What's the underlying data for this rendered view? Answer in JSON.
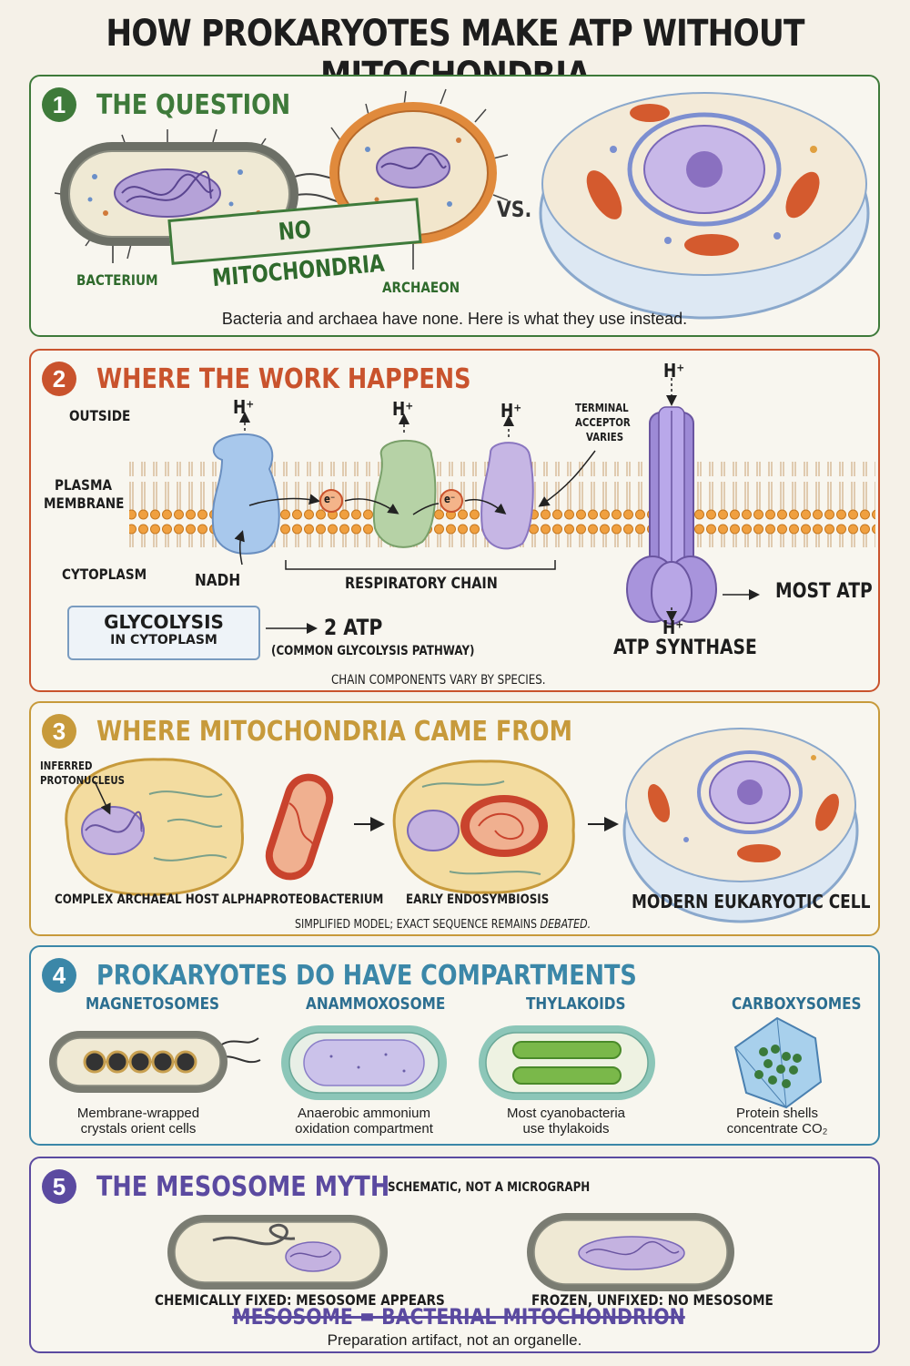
{
  "title": "HOW PROKARYOTES MAKE ATP WITHOUT MITOCHONDRIA",
  "colors": {
    "green": "#3e7a3a",
    "orange": "#c9532d",
    "gold": "#c79a3b",
    "teal": "#3b87a8",
    "purple": "#5b4aa0"
  },
  "sections": {
    "question": {
      "number": "1",
      "title": "THE QUESTION",
      "stamp": "NO MITOCHONDRIA",
      "vs": "VS.",
      "labels": {
        "bacterium": "BACTERIUM",
        "archaeon": "ARCHAEON"
      },
      "caption": "Bacteria and archaea have none. Here is what they use instead."
    },
    "work": {
      "number": "2",
      "title": "WHERE THE WORK HAPPENS",
      "outside": "OUTSIDE",
      "membrane": [
        "PLASMA",
        "MEMBRANE"
      ],
      "cytoplasm": "CYTOPLASM",
      "proton": "H⁺",
      "electron": "e⁻",
      "terminal": [
        "TERMINAL",
        "ACCEPTOR",
        "VARIES"
      ],
      "nadh": "NADH",
      "chain": "RESPIRATORY CHAIN",
      "glycolysis": [
        "GLYCOLYSIS",
        "IN CYTOPLASM"
      ],
      "two_atp": "2 ATP",
      "common_pathway": "(COMMON GLYCOLYSIS PATHWAY)",
      "most_atp": "MOST ATP",
      "synthase": "ATP SYNTHASE",
      "note": "CHAIN COMPONENTS VARY BY SPECIES."
    },
    "origin": {
      "number": "3",
      "title": "WHERE MITOCHONDRIA CAME FROM",
      "protonucleus": [
        "INFERRED",
        "PROTONUCLEUS"
      ],
      "stages": [
        "COMPLEX ARCHAEAL HOST",
        "ALPHAPROTEOBACTERIUM",
        "EARLY ENDOSYMBIOSIS",
        "MODERN EUKARYOTIC CELL"
      ],
      "note_prefix": "SIMPLIFIED MODEL; EXACT SEQUENCE REMAINS ",
      "note_emph": "DEBATED."
    },
    "compartments": {
      "number": "4",
      "title": "PROKARYOTES DO HAVE COMPARTMENTS",
      "items": [
        {
          "name": "MAGNETOSOMES",
          "desc": [
            "Membrane-wrapped",
            "crystals orient cells"
          ]
        },
        {
          "name": "ANAMMOXOSOME",
          "desc": [
            "Anaerobic ammonium",
            "oxidation compartment"
          ]
        },
        {
          "name": "THYLAKOIDS",
          "desc": [
            "Most cyanobacteria",
            "use thylakoids"
          ]
        },
        {
          "name": "CARBOXYSOMES",
          "desc": [
            "Protein shells",
            "concentrate CO₂"
          ]
        }
      ]
    },
    "myth": {
      "number": "5",
      "title": "THE MESOSOME MYTH",
      "schematic": "SCHEMATIC, NOT A MICROGRAPH",
      "fixed": "CHEMICALLY FIXED: MESOSOME APPEARS",
      "frozen": "FROZEN, UNFIXED: NO MESOSOME",
      "claim": "MESOSOME = BACTERIAL MITOCHONDRION",
      "verdict": "Preparation artifact, not an organelle."
    }
  }
}
